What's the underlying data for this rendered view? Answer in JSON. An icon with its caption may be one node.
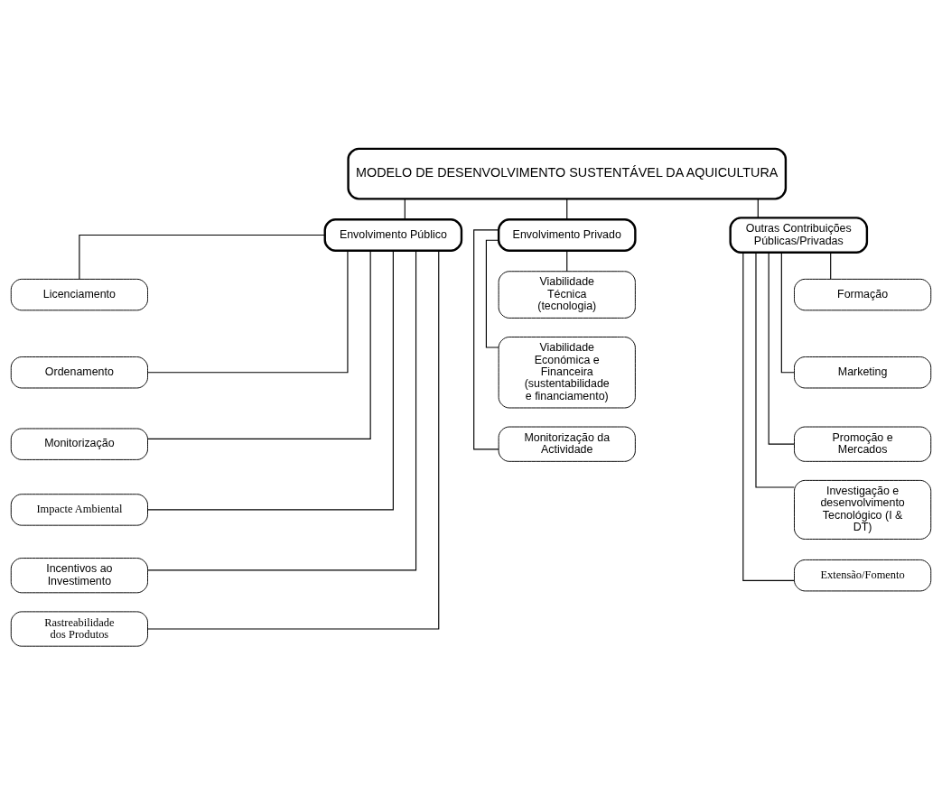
{
  "diagram": {
    "nodes": [
      {
        "text": [
          "MODELO DE DESENVOLVIMENTO SUSTENTÁVEL DA AQUICULTURA"
        ]
      },
      {
        "text": [
          "Envolvimento Público"
        ]
      },
      {
        "text": [
          "Envolvimento Privado"
        ]
      },
      {
        "text": [
          "Outras Contribuições Públicas/Privadas"
        ]
      },
      {
        "text": [
          "Licenciamento"
        ]
      },
      {
        "text": [
          "Ordenamento"
        ]
      },
      {
        "text": [
          "Monitorização"
        ]
      },
      {
        "text": [
          "Impacte Ambiental"
        ]
      },
      {
        "text": [
          "Incentivos ao Investimento"
        ]
      },
      {
        "text": [
          "Rastreabilidade dos Produtos"
        ]
      },
      {
        "text": [
          "Viabilidade Técnica (tecnologia)"
        ]
      },
      {
        "text": [
          "Viabilidade Económica e Financeira (sustentabilidade e financiamento)"
        ]
      },
      {
        "text": [
          "Monitorização da Actividade"
        ]
      },
      {
        "text": [
          "Formação"
        ]
      },
      {
        "text": [
          "Marketing"
        ]
      },
      {
        "text": [
          "Promoção e Mercados"
        ]
      },
      {
        "text": [
          "Investigação e desenvolvimento Tecnológico (I & DT)"
        ]
      },
      {
        "text": [
          "Extensão/Fomento"
        ]
      }
    ],
    "edges": [
      {
        "from": 0,
        "to": 1,
        "arrow": "none"
      },
      {
        "from": 0,
        "to": 2,
        "arrow": "none"
      },
      {
        "from": 0,
        "to": 3,
        "arrow": "none"
      },
      {
        "from": 1,
        "to": 4,
        "arrow": "none"
      },
      {
        "from": 1,
        "to": 5,
        "arrow": "none"
      },
      {
        "from": 1,
        "to": 6,
        "arrow": "none"
      },
      {
        "from": 1,
        "to": 7,
        "arrow": "none"
      },
      {
        "from": 1,
        "to": 8,
        "arrow": "none"
      },
      {
        "from": 1,
        "to": 9,
        "arrow": "none"
      },
      {
        "from": 2,
        "to": 10,
        "arrow": "none"
      },
      {
        "from": 2,
        "to": 11,
        "arrow": "none"
      },
      {
        "from": 2,
        "to": 12,
        "arrow": "none"
      },
      {
        "from": 3,
        "to": 13,
        "arrow": "none"
      },
      {
        "from": 3,
        "to": 14,
        "arrow": "none"
      },
      {
        "from": 3,
        "to": 15,
        "arrow": "none"
      },
      {
        "from": 3,
        "to": 16,
        "arrow": "none"
      },
      {
        "from": 3,
        "to": 17,
        "arrow": "none"
      }
    ]
  }
}
